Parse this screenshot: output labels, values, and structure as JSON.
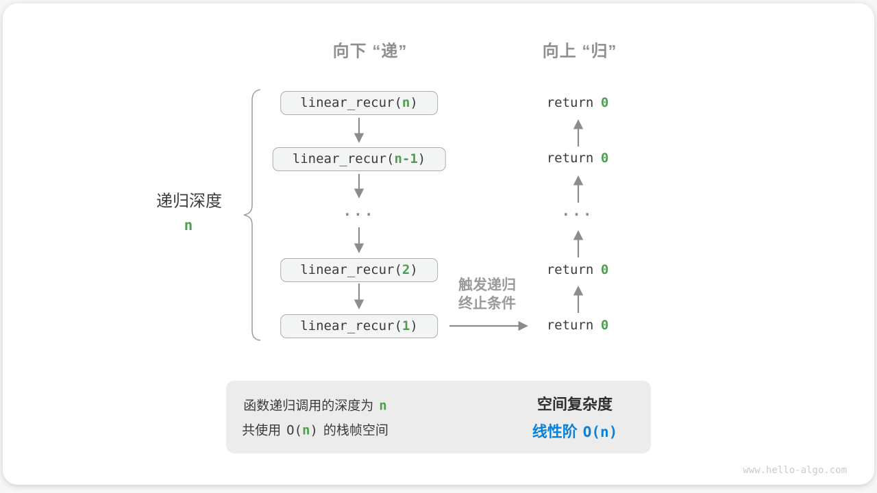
{
  "headers": {
    "down": "向下 “递”",
    "up": "向上 “归”"
  },
  "depth": {
    "label": "递归深度",
    "value": "n"
  },
  "stack": {
    "boxes": [
      {
        "prefix": "linear_recur(",
        "arg": "n",
        "suffix": ")"
      },
      {
        "prefix": "linear_recur(",
        "arg": "n-1",
        "suffix": ")"
      },
      {
        "prefix": "linear_recur(",
        "arg": "2",
        "suffix": ")"
      },
      {
        "prefix": "linear_recur(",
        "arg": "1",
        "suffix": ")"
      }
    ],
    "ellipsis": "..."
  },
  "returns": {
    "items": [
      {
        "keyword": "return",
        "value": "0"
      },
      {
        "keyword": "return",
        "value": "0"
      },
      {
        "keyword": "return",
        "value": "0"
      },
      {
        "keyword": "return",
        "value": "0"
      }
    ],
    "ellipsis": "..."
  },
  "termination": {
    "line1": "触发递归",
    "line2": "终止条件"
  },
  "summary": {
    "l1a": "函数递归调用的深度为",
    "l1b": "n",
    "l2a": "共使用",
    "l2b": "O(",
    "l2c": "n",
    "l2d": ")",
    "l2e": "的栈帧空间",
    "r_title": "空间复杂度",
    "r2a": "线性阶",
    "r2b": "O(n)"
  },
  "watermark": "www.hello-algo.com",
  "colors": {
    "green": "#4e9e52",
    "blue": "#0b80d6",
    "gray_label": "#9a9a9a",
    "dark_text": "#3a3a3a",
    "box_bg": "#f3f4f4",
    "box_border": "#a9adb1",
    "summary_bg": "#ececec",
    "arrow_gray": "#8c8c8c",
    "watermark": "#cbcbcb"
  }
}
